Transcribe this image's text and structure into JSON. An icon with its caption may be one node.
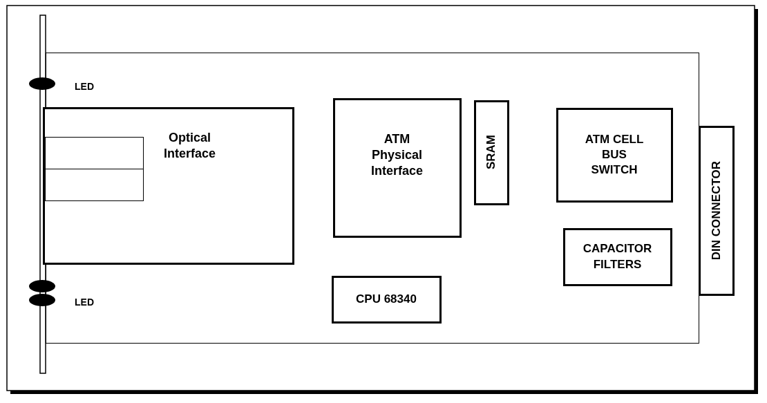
{
  "diagram": {
    "nodes": [
      {
        "text": [],
        "shape": "box"
      },
      {
        "text": [
          "Optical Interface"
        ],
        "in": 0
      },
      {
        "text": [
          "ATM Physical Interface"
        ],
        "in": 0
      },
      {
        "text": [
          "SRAM"
        ],
        "in": 0
      },
      {
        "text": [
          "ATM CELL BUS SWITCH"
        ],
        "in": 0
      },
      {
        "text": [
          "CAPACITOR FILTERS"
        ],
        "in": 0
      },
      {
        "text": [
          "CPU 68340"
        ],
        "in": 0
      },
      {
        "text": [
          "DIN CONNECTOR"
        ]
      },
      {
        "text": [],
        "shape": "box",
        "in": 1
      }
    ],
    "edges": [],
    "labels": [
      "LED",
      "LED"
    ]
  }
}
